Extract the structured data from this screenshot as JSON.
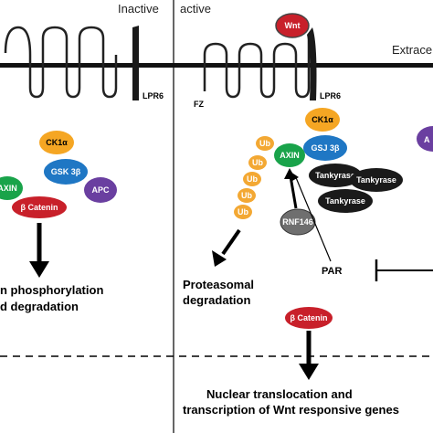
{
  "panels": {
    "inactive_label": "Inactive",
    "active_label": "active",
    "membrane_label": "Extrace"
  },
  "receptors": {
    "lpr6_left": "LPR6",
    "lpr6_right": "LPR6",
    "fz": "FZ",
    "wnt": "Wnt"
  },
  "inactive_complex": {
    "ck1a": "CK1α",
    "gsk3b": "GSK 3β",
    "axin": "AXIN",
    "apc": "APC",
    "bcatenin": "β Catenin",
    "outcome_line1": "n phosphorylation",
    "outcome_line2": "d degradation"
  },
  "active_complex": {
    "ck1a": "CK1α",
    "gsk3b": "GSJ 3β",
    "axin": "AXIN",
    "tankyrase_1": "Tankyrase",
    "tankyrase_2": "Tankyrase",
    "tankyrase_3": "Tankyrase",
    "rnf146": "RNF146",
    "par": "PAR",
    "ub": [
      "Ub",
      "Ub",
      "Ub",
      "Ub",
      "Ub"
    ],
    "proteasomal_line1": "Proteasomal",
    "proteasomal_line2": "degradation",
    "bcatenin": "β Catenin",
    "nuclear_line1": "Nuclear translocation and",
    "nuclear_line2": "transcription of Wnt responsive genes",
    "right_edge_fragment": "A"
  },
  "colors": {
    "ck1a": "#f5a623",
    "gsk3b": "#1f77c4",
    "axin": "#19a34a",
    "apc": "#6a3fa0",
    "bcatenin": "#c8202a",
    "ub": "#f3a833",
    "tankyrase": "#1a1a1a",
    "rnf146": "#6f6f6f",
    "wnt": "#c8202a"
  }
}
